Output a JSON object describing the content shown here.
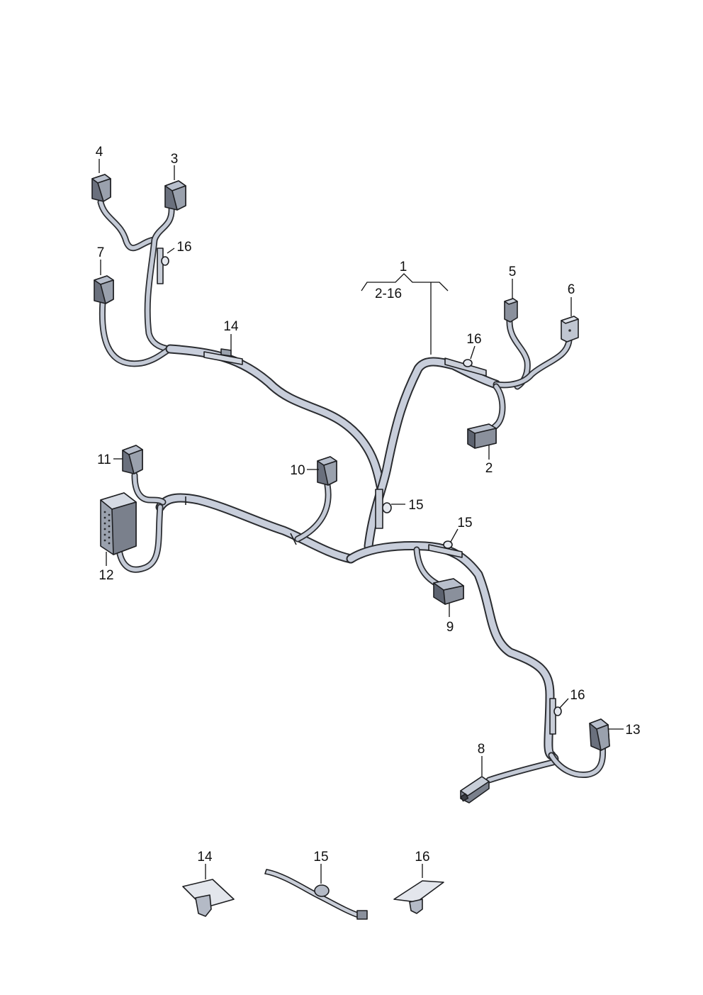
{
  "callouts": {
    "c1": "1",
    "c2_16": "2-16",
    "c2": "2",
    "c3": "3",
    "c4": "4",
    "c5": "5",
    "c6": "6",
    "c7": "7",
    "c8": "8",
    "c9": "9",
    "c10": "10",
    "c11": "11",
    "c12": "12",
    "c13": "13",
    "c14a": "14",
    "c14b": "14",
    "c15a": "15",
    "c15b": "15",
    "c15c": "15",
    "c16a": "16",
    "c16b": "16",
    "c16c": "16",
    "c16d": "16"
  },
  "colors": {
    "outline": "#2a2c30",
    "wire_fill": "#c4cad6",
    "connector_dark": "#5d6370",
    "connector_light": "#b8bfcc",
    "background": "#ffffff"
  }
}
